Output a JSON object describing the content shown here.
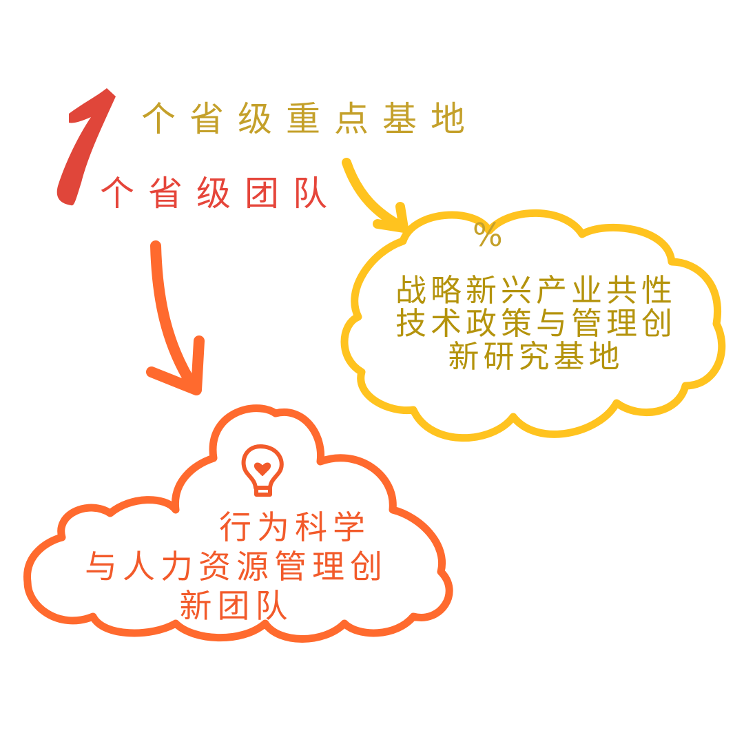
{
  "headline": {
    "numeral": "1",
    "line1": "个省级重点基地",
    "line2": "个省级团队"
  },
  "yellow_cloud": {
    "symbol": "%",
    "lines": [
      "战略新兴产业共性",
      "技术政策与管理创",
      "新研究基地"
    ]
  },
  "orange_cloud": {
    "icon": "lightbulb-heart-icon",
    "lines": [
      "行为科学",
      "与人力资源管理创",
      "新团队"
    ]
  },
  "colors": {
    "numeral": "#e0463a",
    "gold_text": "#c4a02a",
    "red_text": "#e5453a",
    "yellow_cloud": "#ffc31f",
    "orange_cloud": "#ff6a2e",
    "orange_text": "#f25a2a"
  }
}
